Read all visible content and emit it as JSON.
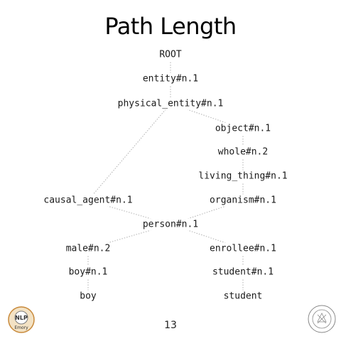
{
  "title": "Path Length",
  "page_number": "13",
  "nodes": [
    {
      "id": "root",
      "label": "ROOT"
    },
    {
      "id": "entity",
      "label": "entity#n.1"
    },
    {
      "id": "physical_entity",
      "label": "physical_entity#n.1"
    },
    {
      "id": "object",
      "label": "object#n.1"
    },
    {
      "id": "whole",
      "label": "whole#n.2"
    },
    {
      "id": "living_thing",
      "label": "living_thing#n.1"
    },
    {
      "id": "organism",
      "label": "organism#n.1"
    },
    {
      "id": "causal_agent",
      "label": "causal_agent#n.1"
    },
    {
      "id": "person",
      "label": "person#n.1"
    },
    {
      "id": "male",
      "label": "male#n.2"
    },
    {
      "id": "enrollee",
      "label": "enrollee#n.1"
    },
    {
      "id": "boy_n1",
      "label": "boy#n.1"
    },
    {
      "id": "student_n1",
      "label": "student#n.1"
    },
    {
      "id": "boy",
      "label": "boy"
    },
    {
      "id": "student",
      "label": "student"
    }
  ],
  "edges": [
    [
      "root",
      "entity"
    ],
    [
      "entity",
      "physical_entity"
    ],
    [
      "physical_entity",
      "object"
    ],
    [
      "physical_entity",
      "causal_agent"
    ],
    [
      "object",
      "whole"
    ],
    [
      "whole",
      "living_thing"
    ],
    [
      "living_thing",
      "organism"
    ],
    [
      "organism",
      "person"
    ],
    [
      "causal_agent",
      "person"
    ],
    [
      "person",
      "male"
    ],
    [
      "person",
      "enrollee"
    ],
    [
      "male",
      "boy_n1"
    ],
    [
      "boy_n1",
      "boy"
    ],
    [
      "enrollee",
      "student_n1"
    ],
    [
      "student_n1",
      "student"
    ]
  ],
  "logos": {
    "left": {
      "text_top": "NLP",
      "text_bottom": "Emory",
      "color": "#c8893a"
    },
    "right": {
      "text": "EMORY UNIVERSITY",
      "color": "#888888"
    }
  },
  "colors": {
    "edge": "#b0b0b0",
    "text": "#1a1a1a"
  }
}
